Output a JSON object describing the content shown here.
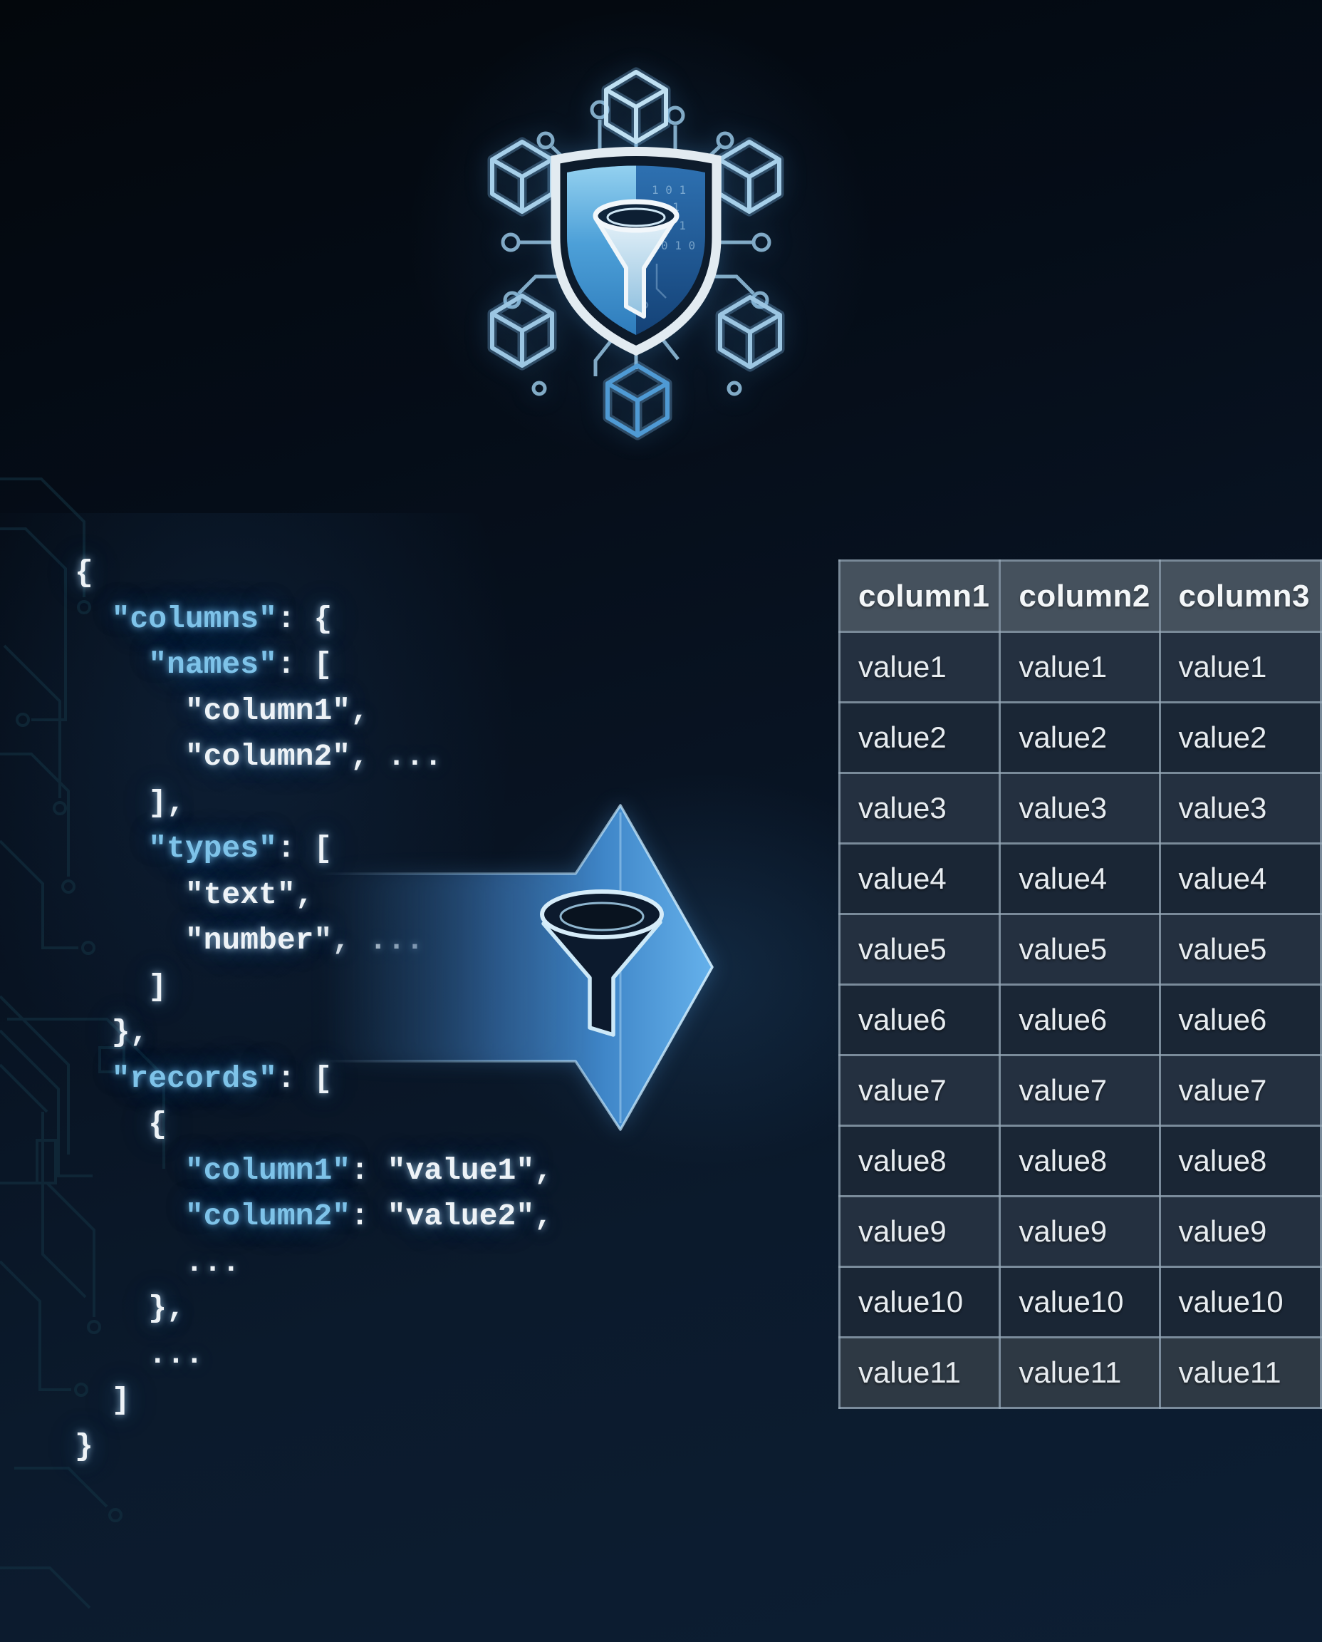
{
  "logo": {
    "name": "shield-funnel-data-logo",
    "icons": {
      "shield": "shield-icon",
      "funnel": "funnel-icon",
      "cube": "blockchain-cube-icon",
      "trace": "circuit-trace",
      "binary_text": "1 0 1"
    },
    "cube_count": 6
  },
  "code": {
    "language": "json",
    "lines": [
      [
        {
          "t": "{",
          "c": "w"
        }
      ],
      [
        {
          "t": "  ",
          "c": "w"
        },
        {
          "t": "\"columns\"",
          "c": "k"
        },
        {
          "t": ": {",
          "c": "w"
        }
      ],
      [
        {
          "t": "    ",
          "c": "w"
        },
        {
          "t": "\"names\"",
          "c": "k"
        },
        {
          "t": ": [",
          "c": "w"
        }
      ],
      [
        {
          "t": "      \"column1\",",
          "c": "w"
        }
      ],
      [
        {
          "t": "      \"column2\", ...",
          "c": "w"
        }
      ],
      [
        {
          "t": "    ],",
          "c": "w"
        }
      ],
      [
        {
          "t": "    ",
          "c": "w"
        },
        {
          "t": "\"types\"",
          "c": "k"
        },
        {
          "t": ": [",
          "c": "w"
        }
      ],
      [
        {
          "t": "      \"text\",",
          "c": "w"
        }
      ],
      [
        {
          "t": "      \"number\", ...",
          "c": "w"
        }
      ],
      [
        {
          "t": "    ]",
          "c": "w"
        }
      ],
      [
        {
          "t": "  },",
          "c": "w"
        }
      ],
      [
        {
          "t": "  ",
          "c": "w"
        },
        {
          "t": "\"records\"",
          "c": "k"
        },
        {
          "t": ": [",
          "c": "w"
        }
      ],
      [
        {
          "t": "    {",
          "c": "w"
        }
      ],
      [
        {
          "t": "      ",
          "c": "w"
        },
        {
          "t": "\"column1\"",
          "c": "k"
        },
        {
          "t": ": \"value1\",",
          "c": "w"
        }
      ],
      [
        {
          "t": "      ",
          "c": "w"
        },
        {
          "t": "\"column2\"",
          "c": "k"
        },
        {
          "t": ": \"value2\",",
          "c": "w"
        }
      ],
      [
        {
          "t": "      ...",
          "c": "w"
        }
      ],
      [
        {
          "t": "    },",
          "c": "w"
        }
      ],
      [
        {
          "t": "    ...",
          "c": "w"
        }
      ],
      [
        {
          "t": "  ]",
          "c": "w"
        }
      ],
      [
        {
          "t": "}",
          "c": "w"
        }
      ]
    ]
  },
  "arrow": {
    "icon": "funnel-icon",
    "direction": "right"
  },
  "table": {
    "headers": [
      "column1",
      "column2",
      "column3"
    ],
    "rows": [
      [
        "value1",
        "value1",
        "value1"
      ],
      [
        "value2",
        "value2",
        "value2"
      ],
      [
        "value3",
        "value3",
        "value3"
      ],
      [
        "value4",
        "value4",
        "value4"
      ],
      [
        "value5",
        "value5",
        "value5"
      ],
      [
        "value6",
        "value6",
        "value6"
      ],
      [
        "value7",
        "value7",
        "value7"
      ],
      [
        "value8",
        "value8",
        "value8"
      ],
      [
        "value9",
        "value9",
        "value9"
      ],
      [
        "value10",
        "value10",
        "value10"
      ],
      [
        "value11",
        "value11",
        "value11"
      ]
    ]
  },
  "colors": {
    "accent_blue": "#57a7e0",
    "key_blue": "#7ec3e9",
    "code_white": "#eef3f7",
    "table_header_bg": "#45515d",
    "row_odd": "#243040",
    "row_even": "#1a2635",
    "row_last": "#2e3944",
    "table_border": "#96a7b7",
    "background_navy": "#0b1a2c"
  }
}
